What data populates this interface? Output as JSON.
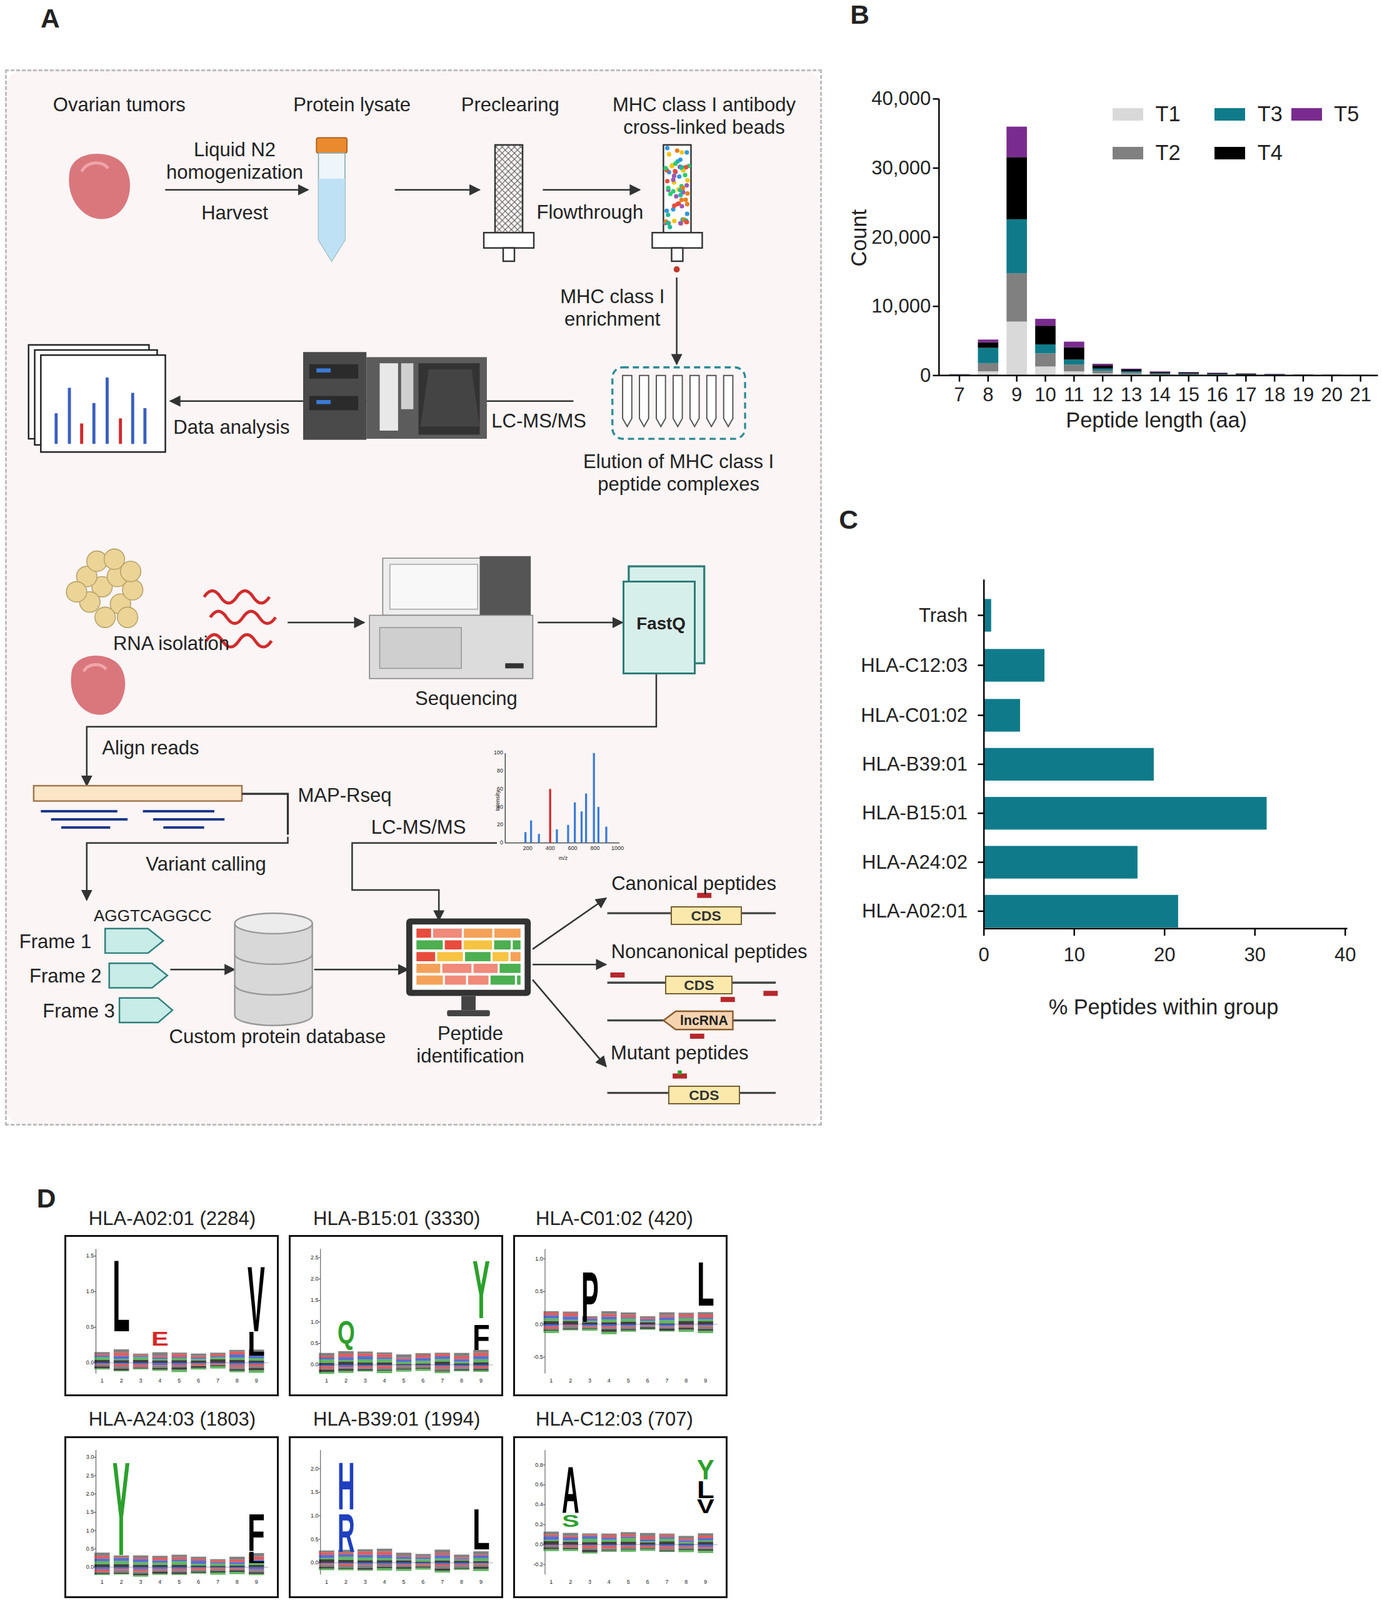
{
  "diagram": {
    "nodes": [
      {
        "text": [
          "A"
        ]
      },
      {
        "text": [
          "Ovarian tumors"
        ],
        "in": 0
      },
      {
        "text": [
          "Protein lysate"
        ],
        "in": 0
      },
      {
        "text": [
          "Preclearing"
        ],
        "in": 0
      },
      {
        "text": [
          "MHC class I antibody cross-linked beads"
        ],
        "in": 0
      },
      {
        "text": [
          "Elution of MHC class I peptide complexes"
        ],
        "in": 0
      },
      {
        "text": [
          "Data analysis"
        ],
        "in": 0
      },
      {
        "text": [
          "RNA isolation"
        ],
        "in": 0
      },
      {
        "text": [
          "Sequencing"
        ],
        "in": 0
      },
      {
        "text": [
          "FastQ"
        ],
        "in": 0
      },
      {
        "text": [
          "MAP-Rseq",
          "Variant calling"
        ],
        "in": 0
      },
      {
        "text": [
          "Intensity",
          "m/z"
        ],
        "in": 0
      },
      {
        "text": [
          "AGGTCAGGCC",
          "Frame 1",
          "Frame 2",
          "Frame 3"
        ],
        "in": 0
      },
      {
        "text": [
          "Custom protein database"
        ],
        "in": 0
      },
      {
        "text": [
          "Peptide identification"
        ],
        "in": 0
      },
      {
        "text": [
          "Canonical peptides",
          "CDS"
        ],
        "in": 0
      },
      {
        "text": [
          "Noncanonical peptides",
          "CDS",
          "lncRNA"
        ],
        "in": 0
      },
      {
        "text": [
          "Mutant peptides",
          "CDS"
        ],
        "in": 0
      },
      {
        "text": [
          "HLA-A02:01 (2284)"
        ]
      },
      {
        "text": [
          "HLA-B15:01 (3330)"
        ]
      },
      {
        "text": [
          "HLA-C01:02 (420)"
        ]
      },
      {
        "text": [
          "HLA-A24:03 (1803)"
        ]
      },
      {
        "text": [
          "HLA-B39:01 (1994)"
        ]
      },
      {
        "text": [
          "HLA-C12:03 (707)"
        ]
      }
    ],
    "edges": [
      {
        "from": 1,
        "to": 2,
        "arrow": "to",
        "label": "Liquid N2 homogenization"
      },
      {
        "from": 2,
        "to": 3,
        "arrow": "to"
      },
      {
        "from": 3,
        "to": 4,
        "arrow": "to",
        "label": "Flowthrough"
      },
      {
        "from": 4,
        "to": 5,
        "arrow": "to",
        "label": "MHC class I enrichment"
      },
      {
        "from": 5,
        "to": 6,
        "arrow": "to",
        "label": "LC-MS/MS"
      },
      {
        "from": 7,
        "to": 8,
        "arrow": "to"
      },
      {
        "from": 8,
        "to": 9,
        "arrow": "to"
      },
      {
        "from": 9,
        "to": 10,
        "arrow": "to",
        "label": "Align reads"
      },
      {
        "from": 10,
        "to": 12,
        "arrow": "to"
      },
      {
        "from": 12,
        "to": 13,
        "arrow": "to"
      },
      {
        "from": 13,
        "to": 14,
        "arrow": "to"
      },
      {
        "from": 11,
        "to": 14,
        "arrow": "to",
        "label": "LC-MS/MS"
      },
      {
        "from": 14,
        "to": 15,
        "arrow": "to"
      },
      {
        "from": 14,
        "to": 16,
        "arrow": "to"
      },
      {
        "from": 14,
        "to": 17,
        "arrow": "to"
      }
    ],
    "labels": [
      "Harvest",
      "B",
      "0",
      "10,000",
      "20,000",
      "30,000",
      "40,000",
      "7",
      "8",
      "9",
      "10",
      "11",
      "12",
      "13",
      "14",
      "15",
      "16",
      "17",
      "18",
      "19",
      "20",
      "21",
      "Count",
      "Peptide length (aa)",
      "C",
      "Trash",
      "HLA-C12:03",
      "HLA-C01:02",
      "HLA-B39:01",
      "HLA-B15:01",
      "HLA-A24:02",
      "HLA-A02:01",
      "0",
      "10",
      "20",
      "30",
      "40",
      "% Peptides within group",
      "0",
      "20",
      "40",
      "60",
      "80",
      "100",
      "200",
      "400",
      "600",
      "800",
      "1000",
      "D",
      "L",
      "E",
      "V",
      "L",
      "1.5",
      "1.0",
      "0.5",
      "0.0",
      "1",
      "2",
      "3",
      "4",
      "5",
      "6",
      "7",
      "8",
      "9",
      "Q",
      "Y",
      "F",
      "2.5",
      "2.0",
      "1.5",
      "1.0",
      "0.5",
      "0.0",
      "1",
      "2",
      "3",
      "4",
      "5",
      "6",
      "7",
      "8",
      "9",
      "P",
      "L",
      "1.0",
      "0.5",
      "0.0",
      "-0.5",
      "1",
      "2",
      "3",
      "4",
      "5",
      "6",
      "7",
      "8",
      "9",
      "Y",
      "F",
      "L",
      "3.0",
      "2.5",
      "2.0",
      "1.5",
      "1.0",
      "0.5",
      "0.0",
      "1",
      "2",
      "3",
      "4",
      "5",
      "6",
      "7",
      "8",
      "9",
      "H",
      "R",
      "L",
      "2.0",
      "1.5",
      "1.0",
      "0.5",
      "0.0",
      "1",
      "2",
      "3",
      "4",
      "5",
      "6",
      "7",
      "8",
      "9",
      "A",
      "S",
      "Y",
      "L",
      "V",
      "0.8",
      "0.6",
      "0.4",
      "0.2",
      "0.0",
      "-0.2",
      "1",
      "2",
      "3",
      "4",
      "5",
      "6",
      "7",
      "8",
      "9"
    ],
    "legend": [
      {
        "text": "T1",
        "color": "#d9d9d9"
      },
      {
        "text": "T3",
        "color": "#0f7b8a"
      },
      {
        "text": "T5",
        "color": "#7a2b8f"
      },
      {
        "text": "T2",
        "color": "#808080"
      },
      {
        "text": "T4",
        "color": "#000000"
      }
    ]
  }
}
